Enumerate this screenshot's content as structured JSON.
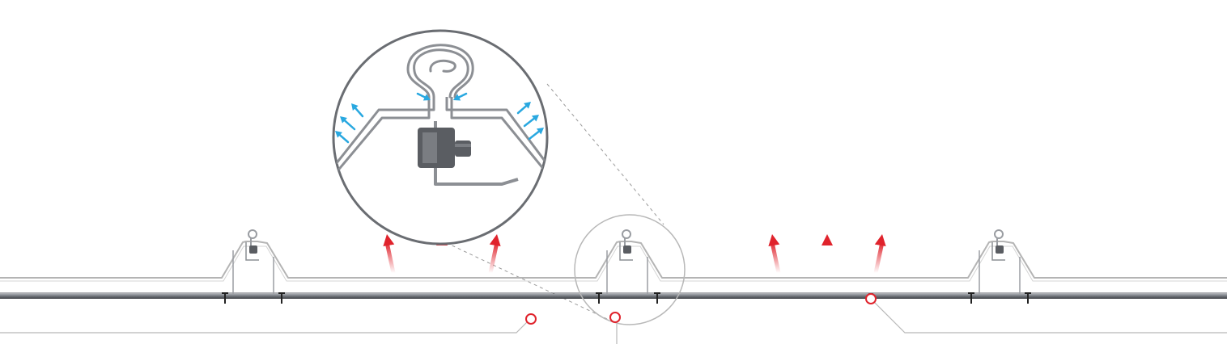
{
  "diagram": {
    "colors": {
      "background": "#ffffff",
      "sheet": "#b4b4b4",
      "beam": "#8a8e94",
      "beam_dark": "#4a4d52",
      "clip": "#5a5d62",
      "wind_up": "#e0232c",
      "wind_pressure": "#29a8e0",
      "callout_marker": "#e0232c",
      "leader_line": "#b8b8b8",
      "detail_border": "#6a6d72"
    },
    "icons": {
      "uplift_arrow": "arrow-up-icon",
      "pressure_arrow": "arrow-icon",
      "callout_marker": "circle-marker-icon",
      "fastener": "screw-icon"
    },
    "callouts": [
      {
        "id": "callout-1",
        "label": ""
      },
      {
        "id": "callout-2",
        "label": ""
      },
      {
        "id": "callout-3",
        "label": ""
      }
    ]
  }
}
